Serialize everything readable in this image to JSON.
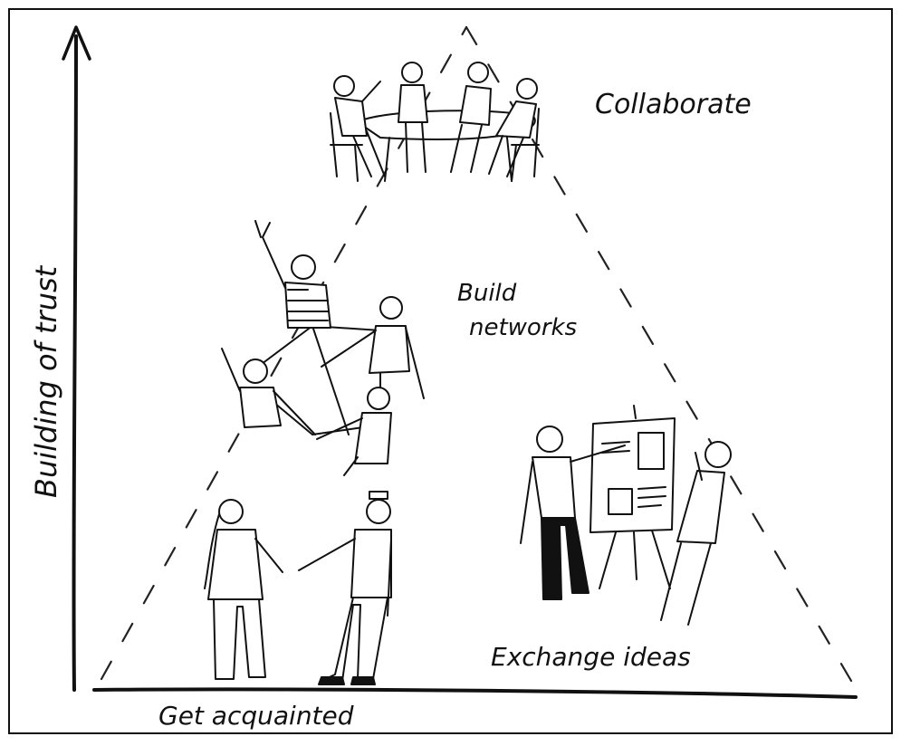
{
  "labels": {
    "axis": "Building of trust",
    "collaborate": "Collaborate",
    "build_line1": "Build",
    "build_line2": "networks",
    "exchange": "Exchange ideas",
    "acquainted": "Get acquainted"
  },
  "colors": {
    "ink": "#111111",
    "paper": "#ffffff"
  }
}
